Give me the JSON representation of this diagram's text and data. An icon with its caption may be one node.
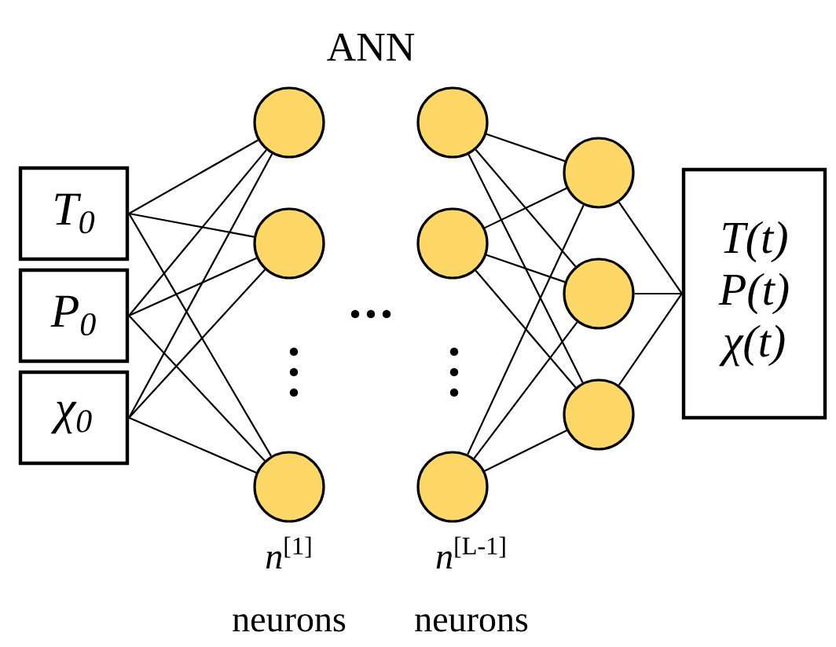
{
  "diagram": {
    "title": "ANN",
    "nodes": [
      {
        "text": [
          "T$_{0}$"
        ]
      },
      {
        "text": [
          "P$_{0}$"
        ]
      },
      {
        "text": [
          "χ$_{0}$"
        ]
      },
      {
        "text": [],
        "shape": "circle"
      },
      {
        "text": [],
        "shape": "circle"
      },
      {
        "text": [],
        "shape": "circle"
      },
      {
        "text": [],
        "shape": "circle"
      },
      {
        "text": [],
        "shape": "circle"
      },
      {
        "text": [],
        "shape": "circle"
      },
      {
        "text": [],
        "shape": "circle"
      },
      {
        "text": [],
        "shape": "circle"
      },
      {
        "text": [],
        "shape": "circle"
      },
      {
        "text": [
          "T(t)",
          "P(t)",
          "χ(t)"
        ]
      }
    ],
    "edges": [
      {
        "from": 0,
        "to": 3,
        "arrow": "none"
      },
      {
        "from": 0,
        "to": 4,
        "arrow": "none"
      },
      {
        "from": 0,
        "to": 5,
        "arrow": "none"
      },
      {
        "from": 1,
        "to": 3,
        "arrow": "none"
      },
      {
        "from": 1,
        "to": 4,
        "arrow": "none"
      },
      {
        "from": 1,
        "to": 5,
        "arrow": "none"
      },
      {
        "from": 2,
        "to": 3,
        "arrow": "none"
      },
      {
        "from": 2,
        "to": 4,
        "arrow": "none"
      },
      {
        "from": 2,
        "to": 5,
        "arrow": "none"
      },
      {
        "from": 6,
        "to": 9,
        "arrow": "none"
      },
      {
        "from": 6,
        "to": 10,
        "arrow": "none"
      },
      {
        "from": 6,
        "to": 11,
        "arrow": "none"
      },
      {
        "from": 7,
        "to": 9,
        "arrow": "none"
      },
      {
        "from": 7,
        "to": 10,
        "arrow": "none"
      },
      {
        "from": 7,
        "to": 11,
        "arrow": "none"
      },
      {
        "from": 8,
        "to": 9,
        "arrow": "none"
      },
      {
        "from": 8,
        "to": 10,
        "arrow": "none"
      },
      {
        "from": 8,
        "to": 11,
        "arrow": "none"
      },
      {
        "from": 9,
        "to": 12,
        "arrow": "none"
      },
      {
        "from": 10,
        "to": 12,
        "arrow": "none"
      },
      {
        "from": 11,
        "to": 12,
        "arrow": "none"
      }
    ],
    "labels": [
      "*n*$^{[1]}$ neurons",
      "*n*$^{[L-1]}$ neurons"
    ]
  }
}
